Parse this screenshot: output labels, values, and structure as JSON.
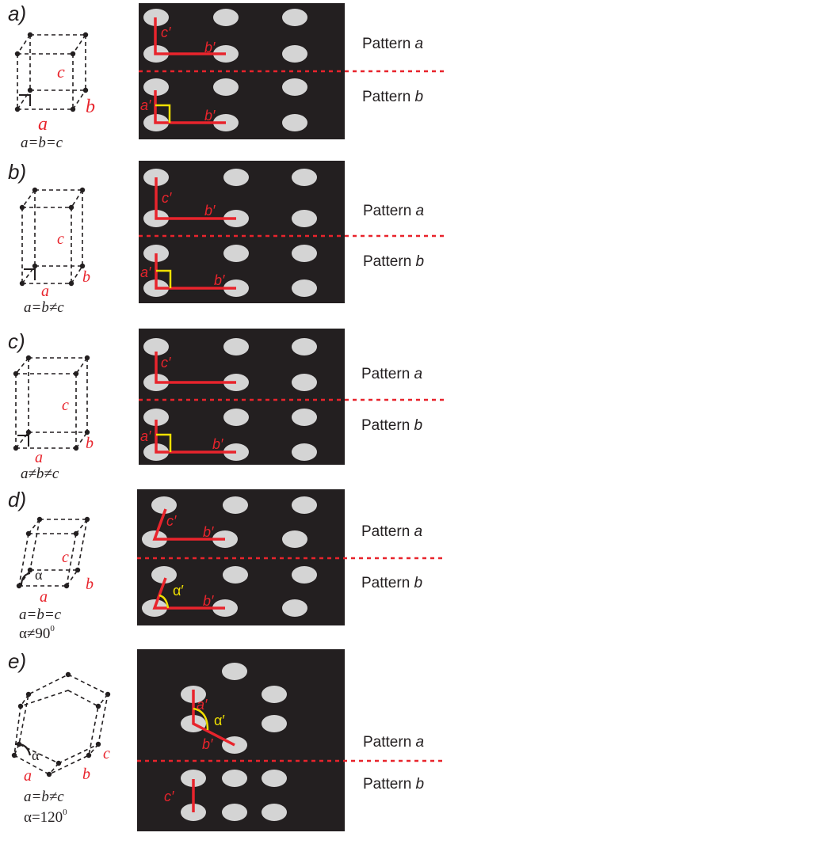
{
  "panels": [
    {
      "label": "a)",
      "cell": {
        "a": "a",
        "b": "b",
        "c": "c",
        "eq1": "a=b=c",
        "eq2": ""
      },
      "pattern_a": {
        "label": "Pattern",
        "letter": "a"
      },
      "pattern_b": {
        "label": "Pattern",
        "letter": "b"
      },
      "vec": {
        "c": "c′",
        "b": "b′",
        "a": "a′",
        "alpha": ""
      }
    },
    {
      "label": "b)",
      "cell": {
        "a": "a",
        "b": "b",
        "c": "c",
        "eq1": "a=b≠c",
        "eq2": ""
      },
      "pattern_a": {
        "label": "Pattern",
        "letter": "a"
      },
      "pattern_b": {
        "label": "Pattern",
        "letter": "b"
      },
      "vec": {
        "c": "c′",
        "b": "b′",
        "a": "a′",
        "alpha": ""
      }
    },
    {
      "label": "c)",
      "cell": {
        "a": "a",
        "b": "b",
        "c": "c",
        "eq1": "a≠b≠c",
        "eq2": ""
      },
      "pattern_a": {
        "label": "Pattern",
        "letter": "a"
      },
      "pattern_b": {
        "label": "Pattern",
        "letter": "b"
      },
      "vec": {
        "c": "c′",
        "b": "b′",
        "a": "a′",
        "alpha": ""
      }
    },
    {
      "label": "d)",
      "cell": {
        "a": "a",
        "b": "b",
        "c": "c",
        "eq1": "a=b=c",
        "eq2": "α≠90",
        "eq2_sup": "0",
        "angle": "α"
      },
      "pattern_a": {
        "label": "Pattern",
        "letter": "a"
      },
      "pattern_b": {
        "label": "Pattern",
        "letter": "b"
      },
      "vec": {
        "c": "c′",
        "b": "b′",
        "a": "",
        "alpha": "α′"
      }
    },
    {
      "label": "e)",
      "cell": {
        "a": "a",
        "b": "b",
        "c": "c",
        "eq1": "a=b≠c",
        "eq2": "α=120",
        "eq2_sup": "0",
        "angle": "α"
      },
      "pattern_a": {
        "label": "Pattern",
        "letter": "a"
      },
      "pattern_b": {
        "label": "Pattern",
        "letter": "b"
      },
      "vec": {
        "c": "c′",
        "b": "b′",
        "a": "a′",
        "alpha": "α′"
      }
    }
  ],
  "colors": {
    "red": "#e8242c",
    "yellow": "#f0e000",
    "dark": "#231f20",
    "spot": "#d4d4d4",
    "line": "#231f20"
  }
}
